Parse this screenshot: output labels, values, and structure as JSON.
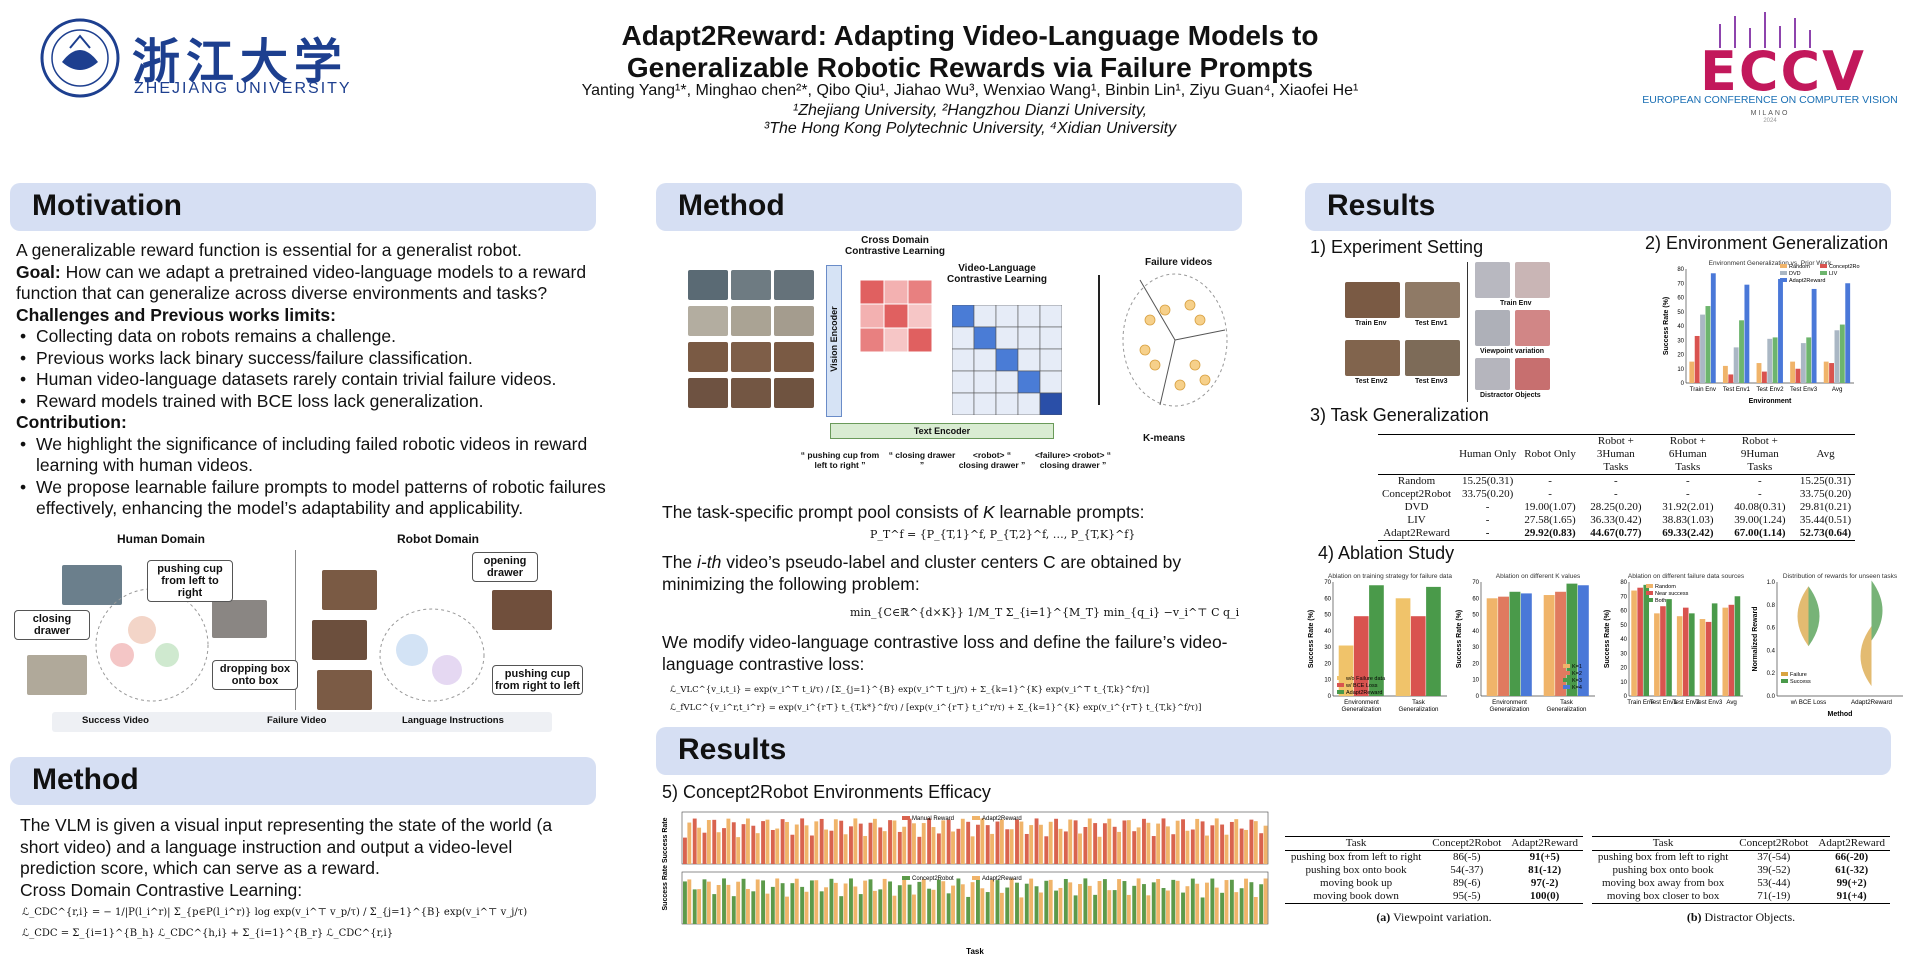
{
  "header": {
    "title_line1": "Adapt2Reward: Adapting Video-Language Models to",
    "title_line2": "Generalizable Robotic Rewards via Failure Prompts",
    "authors": "Yanting Yang¹*, Minghao chen²*, Qibo Qiu¹, Jiahao Wu³, Wenxiao Wang¹, Binbin Lin¹, Ziyu Guan⁴, Xiaofei He¹",
    "affil1": "¹Zhejiang University, ²Hangzhou Dianzi University,",
    "affil2": "³The Hong Kong Polytechnic University,  ⁴Xidian University",
    "zju_cn": "浙江大学",
    "zju_en": "ZHEJIANG UNIVERSITY",
    "eccv_name": "ECCV",
    "eccv_full": "EUROPEAN CONFERENCE ON COMPUTER VISION",
    "eccv_city": "MILANO",
    "eccv_year": "2024"
  },
  "motivation": {
    "heading": "Motivation",
    "intro": "A generalizable reward function is essential for a generalist robot.",
    "goal_label": "Goal:",
    "goal_text": " How can we adapt a pretrained video-language models to a reward function that can generalize across diverse environments and tasks?",
    "challenges_label": "Challenges and Previous works limits:",
    "challenges": [
      "Collecting data on robots remains a challenge.",
      "Previous works lack binary success/failure classification.",
      "Human video-language datasets rarely contain trivial failure videos.",
      "Reward models trained with BCE loss lack generalization."
    ],
    "contribution_label": "Contribution:",
    "contributions": [
      "We highlight the significance of including failed robotic videos in reward learning with human videos.",
      "We propose learnable failure prompts to model patterns of robotic failures effectively, enhancing the model’s adaptability and applicability."
    ],
    "fig": {
      "human_domain": "Human Domain",
      "robot_domain": "Robot Domain",
      "labels": [
        "pushing cup from left to right",
        "closing drawer",
        "dropping box onto box",
        "opening drawer",
        "pushing cup from right to left"
      ],
      "legend": [
        "Success Video",
        "Failure Video",
        "Language Instructions"
      ]
    }
  },
  "method_left": {
    "heading": "Method",
    "text": "The VLM is given a visual input representing the state of the world (a short video) and a language instruction and output a video-level prediction score, which can serve as a reward.",
    "cdc_label": "Cross Domain Contrastive Learning:",
    "eq1": "ℒ_CDC^{r,i} = − 1/|P(l_i^r)| Σ_{p∈P(l_i^r)} log exp(v_i^⊤ v_p/τ) / Σ_{j=1}^{B} exp(v_i^⊤ v_j/τ)",
    "eq2": "ℒ_CDC = Σ_{i=1}^{B_h} ℒ_CDC^{h,i} + Σ_{i=1}^{B_r} ℒ_CDC^{r,i}"
  },
  "method_mid": {
    "heading": "Method",
    "fig": {
      "cross_domain": "Cross Domain Contrastive Learning",
      "vl_contrastive": "Video-Language Contrastive Learning",
      "failure_videos": "Failure videos",
      "vision_encoder": "Vision Encoder",
      "text_encoder": "Text Encoder",
      "kmeans": "K-means",
      "prompts": [
        "“ pushing cup from left to right ”",
        "“ closing drawer ”",
        "<robot> “ closing drawer ”",
        "<failure> <robot> “ closing drawer ”"
      ]
    },
    "p1_pre": "The task-specific prompt pool consists of ",
    "p1_k": "K",
    "p1_post": " learnable prompts:",
    "eq_pool": "P_T^f = {P_{T,1}^f, P_{T,2}^f, …, P_{T,K}^f}",
    "p2_pre": "The ",
    "p2_it": "i-th",
    "p2_post": " video’s pseudo-label and cluster centers C are obtained by minimizing the following problem:",
    "eq_min": "min_{C∈ℝ^{d×K}} 1/M_T Σ_{i=1}^{M_T} min_{q_i} −v_i^⊤ C q_i",
    "p3": "We modify video-language contrastive loss and define the failure’s video-language contrastive loss:",
    "eq_vlc": "ℒ_VLC^{v_i,t_i} = exp(v_i^⊤ t_i/τ) / [Σ_{j=1}^{B} exp(v_i^⊤ t_j/τ) + Σ_{k=1}^{K} exp(v_i^⊤ t_{T,k}^f/τ)]",
    "eq_fvlc": "ℒ_fVLC^{v_i^r,t_i^r} = exp(v_i^{r⊤} t_{T,k*}^f/τ) / [exp(v_i^{r⊤} t_i^r/τ) + Σ_{k=1}^{K} exp(v_i^{r⊤} t_{T,k}^f/τ)]"
  },
  "results_top": {
    "heading": "Results",
    "exp_setting": "1) Experiment Setting",
    "env_labels": [
      "Train Env",
      "Test Env1",
      "Test Env2",
      "Test Env3",
      "Train Env",
      "Viewpoint variation",
      "Distractor Objects"
    ],
    "env_gen": "2) Environment Generalization",
    "task_gen": "3) Task Generalization",
    "task_table": {
      "headers": [
        "",
        "Human Only",
        "Robot Only",
        "Robot + 3Human Tasks",
        "Robot + 6Human Tasks",
        "Robot + 9Human Tasks",
        "Avg"
      ],
      "rows": [
        [
          "Random",
          "15.25(0.31)",
          "-",
          "-",
          "-",
          "-",
          "15.25(0.31)"
        ],
        [
          "Concept2Robot",
          "33.75(0.20)",
          "-",
          "-",
          "-",
          "-",
          "33.75(0.20)"
        ],
        [
          "DVD",
          "-",
          "19.00(1.07)",
          "28.25(0.20)",
          "31.92(2.01)",
          "40.08(0.31)",
          "29.81(0.21)"
        ],
        [
          "LIV",
          "-",
          "27.58(1.65)",
          "36.33(0.42)",
          "38.83(1.03)",
          "39.00(1.24)",
          "35.44(0.51)"
        ],
        [
          "Adapt2Reward",
          "-",
          "29.92(0.83)",
          "44.67(0.77)",
          "69.33(2.42)",
          "67.00(1.14)",
          "52.73(0.64)"
        ]
      ]
    },
    "ablation": "4) Ablation Study"
  },
  "results_bottom": {
    "heading": "Results",
    "efficacy": "5) Concept2Robot Environments Efficacy",
    "ylabel": "Success Rate Success Rate",
    "xlabel": "Task",
    "legend_top": [
      "Manual Reward",
      "Adapt2Reward"
    ],
    "legend_bottom": [
      "Concept2Robot",
      "Adapt2Reward"
    ],
    "table_headers": [
      "Task",
      "Concept2Robot",
      "Adapt2Reward"
    ],
    "table_a": [
      [
        "pushing box from left to right",
        "86(-5)",
        "91(+5)"
      ],
      [
        "pushing box onto book",
        "54(-37)",
        "81(-12)"
      ],
      [
        "moving book up",
        "89(-6)",
        "97(-2)"
      ],
      [
        "moving book down",
        "95(-5)",
        "100(0)"
      ]
    ],
    "caption_a_label": "(a)",
    "caption_a_text": " Viewpoint variation.",
    "table_b": [
      [
        "pushing box from left to right",
        "37(-54)",
        "66(-20)"
      ],
      [
        "pushing box onto book",
        "39(-52)",
        "61(-32)"
      ],
      [
        "moving box away from box",
        "53(-44)",
        "99(+2)"
      ],
      [
        "moving box closer to box",
        "71(-19)",
        "91(+4)"
      ]
    ],
    "caption_b_label": "(b)",
    "caption_b_text": " Distractor Objects."
  },
  "chart_data": [
    {
      "type": "bar",
      "title": "Environment Generalization vs. Prior Work",
      "categories": [
        "Train Env",
        "Test Env1",
        "Test Env2",
        "Test Env3",
        "Avg"
      ],
      "xlabel": "Environment",
      "ylabel": "Success Rate (%)",
      "ylim": [
        0,
        80
      ],
      "series": [
        {
          "name": "Random",
          "values": [
            15,
            12,
            14,
            15,
            15
          ]
        },
        {
          "name": "Concept2Robot",
          "values": [
            33,
            6,
            8,
            10,
            14
          ]
        },
        {
          "name": "DVD",
          "values": [
            48,
            25,
            31,
            28,
            37
          ]
        },
        {
          "name": "LIV",
          "values": [
            54,
            44,
            32,
            32,
            41
          ]
        },
        {
          "name": "Adapt2Reward",
          "values": [
            77,
            69,
            73,
            66,
            70
          ]
        }
      ],
      "colors": [
        "#f0b46a",
        "#d9534f",
        "#aab7c4",
        "#6db56d",
        "#4a78d8"
      ]
    },
    {
      "type": "bar",
      "title": "Ablation on training strategy for failure data",
      "categories": [
        "Environment Generalization",
        "Task Generalization"
      ],
      "ylabel": "Success Rate (%)",
      "ylim": [
        0,
        70
      ],
      "series": [
        {
          "name": "w/o Failure data",
          "values": [
            31,
            60
          ]
        },
        {
          "name": "w/ BCE Loss",
          "values": [
            49,
            49
          ]
        },
        {
          "name": "Adapt2Reward",
          "values": [
            68,
            67
          ]
        }
      ],
      "colors": [
        "#f0c36a",
        "#d9534f",
        "#4a9a4a"
      ]
    },
    {
      "type": "bar",
      "title": "Ablation on different K values",
      "categories": [
        "Environment Generalization",
        "Task Generalization"
      ],
      "ylabel": "Success Rate (%)",
      "ylim": [
        0,
        70
      ],
      "series": [
        {
          "name": "K=1",
          "values": [
            60,
            62
          ]
        },
        {
          "name": "K=2",
          "values": [
            61,
            64
          ]
        },
        {
          "name": "K=3",
          "values": [
            64,
            69
          ]
        },
        {
          "name": "K=4",
          "values": [
            63,
            68
          ]
        }
      ],
      "colors": [
        "#f0b46a",
        "#e07a5f",
        "#4a9a4a",
        "#4a78d8"
      ]
    },
    {
      "type": "bar",
      "title": "Ablation on different failure data sources",
      "categories": [
        "Train Env",
        "Test Env1",
        "Test Env2",
        "Test Env3",
        "Avg"
      ],
      "ylabel": "Success Rate (%)",
      "ylim": [
        0,
        80
      ],
      "series": [
        {
          "name": "Random",
          "values": [
            74,
            58,
            56,
            54,
            62
          ]
        },
        {
          "name": "Near success",
          "values": [
            76,
            63,
            62,
            52,
            64
          ]
        },
        {
          "name": "Both",
          "values": [
            78,
            68,
            58,
            65,
            70
          ]
        }
      ],
      "colors": [
        "#f0b46a",
        "#d9534f",
        "#4a9a4a"
      ]
    },
    {
      "type": "scatter",
      "title": "Distribution of rewards for unseen tasks",
      "categories": [
        "w\\ BCE Loss",
        "Adapt2Reward"
      ],
      "xlabel": "Method",
      "ylabel": "Normalized Reward",
      "ylim": [
        0,
        1.0
      ],
      "series": [
        {
          "name": "Failure",
          "values": [
            0.7,
            0.35
          ]
        },
        {
          "name": "Success",
          "values": [
            0.7,
            0.75
          ]
        }
      ],
      "colors": [
        "#d9a441",
        "#4a9a4a"
      ]
    }
  ]
}
